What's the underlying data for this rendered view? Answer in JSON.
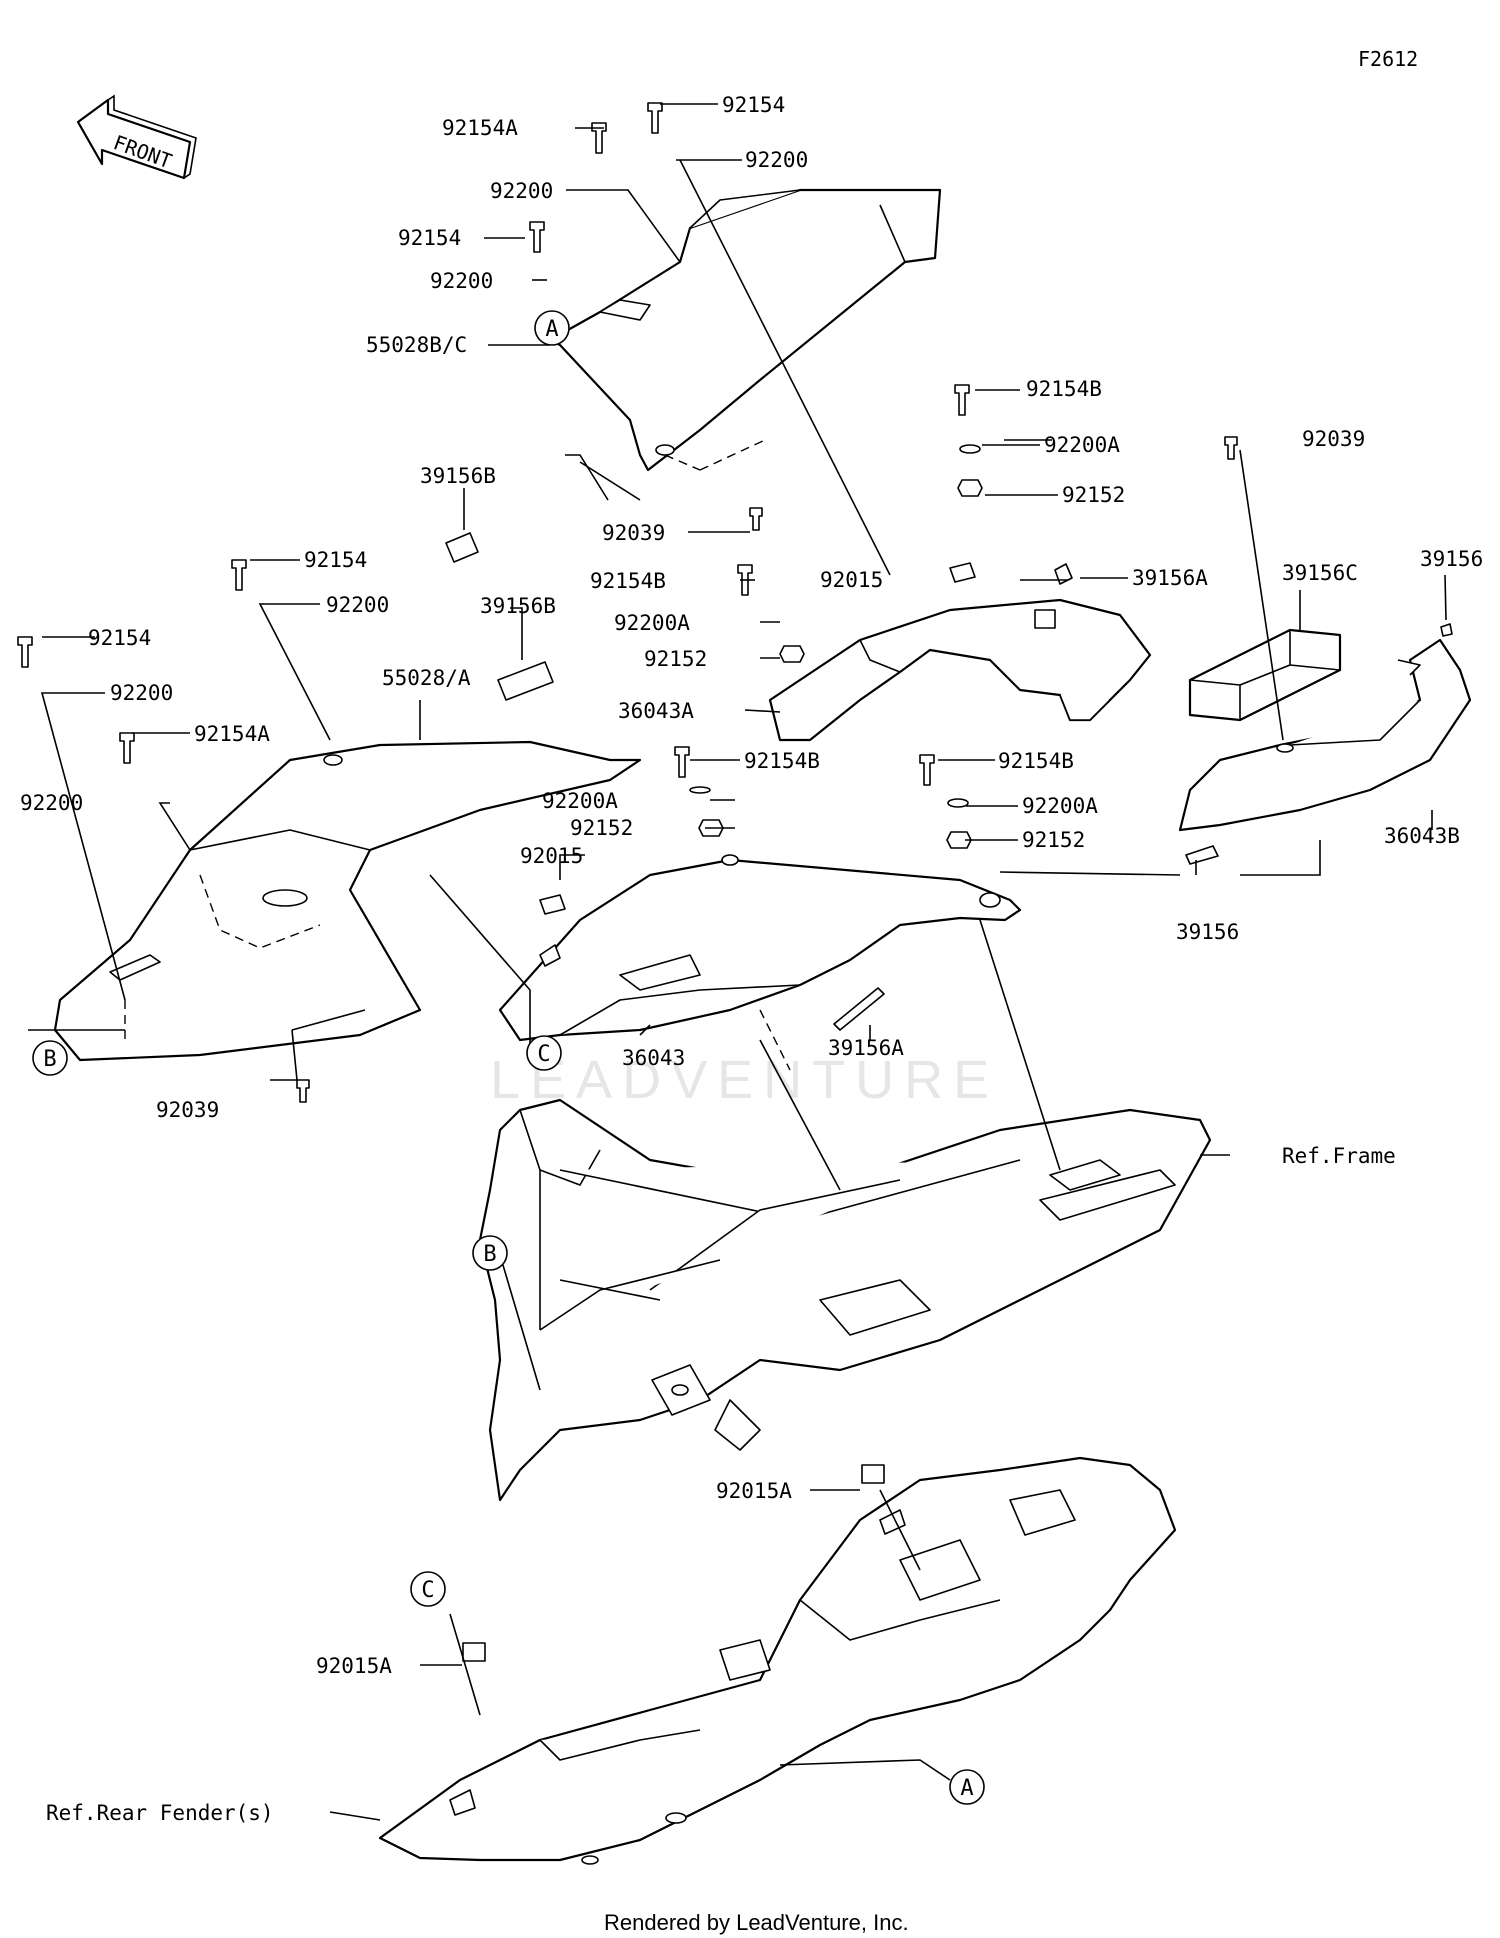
{
  "figure_code": "F2612",
  "front_arrow_label": "FRONT",
  "watermark": "LEADVENTURE",
  "footer": "Rendered by LeadVenture, Inc.",
  "labels": {
    "l01": "92154",
    "l02": "92154A",
    "l03": "92200",
    "l04": "92200",
    "l05": "92154",
    "l06": "92200",
    "l07": "55028B/C",
    "l08": "92039",
    "l09": "39156B",
    "l10": "92154",
    "l11": "92200",
    "l12": "92154",
    "l13": "92200",
    "l14": "92154A",
    "l15": "92200",
    "l16": "55028/A",
    "l17": "39156B",
    "l18": "92039",
    "l19": "92154B",
    "l20": "92200A",
    "l21": "92152",
    "l22": "92154B",
    "l23": "92015",
    "l24": "92200A",
    "l25": "92152",
    "l26": "36043A",
    "l27": "39156A",
    "l28": "92039",
    "l29": "39156C",
    "l30": "39156",
    "l31": "36043B",
    "l32": "39156",
    "l33": "92154B",
    "l34": "92200A",
    "l35": "92152",
    "l36": "92015",
    "l37": "92154B",
    "l38": "92200A",
    "l39": "92152",
    "l40": "36043",
    "l41": "39156A",
    "l42": "Ref.Frame",
    "l43": "92015A",
    "l44": "92015A",
    "l45": "Ref.Rear Fender(s)"
  },
  "callouts": {
    "c1": "A",
    "c2": "B",
    "c3": "C",
    "c4": "B",
    "c5": "C",
    "c6": "A"
  }
}
